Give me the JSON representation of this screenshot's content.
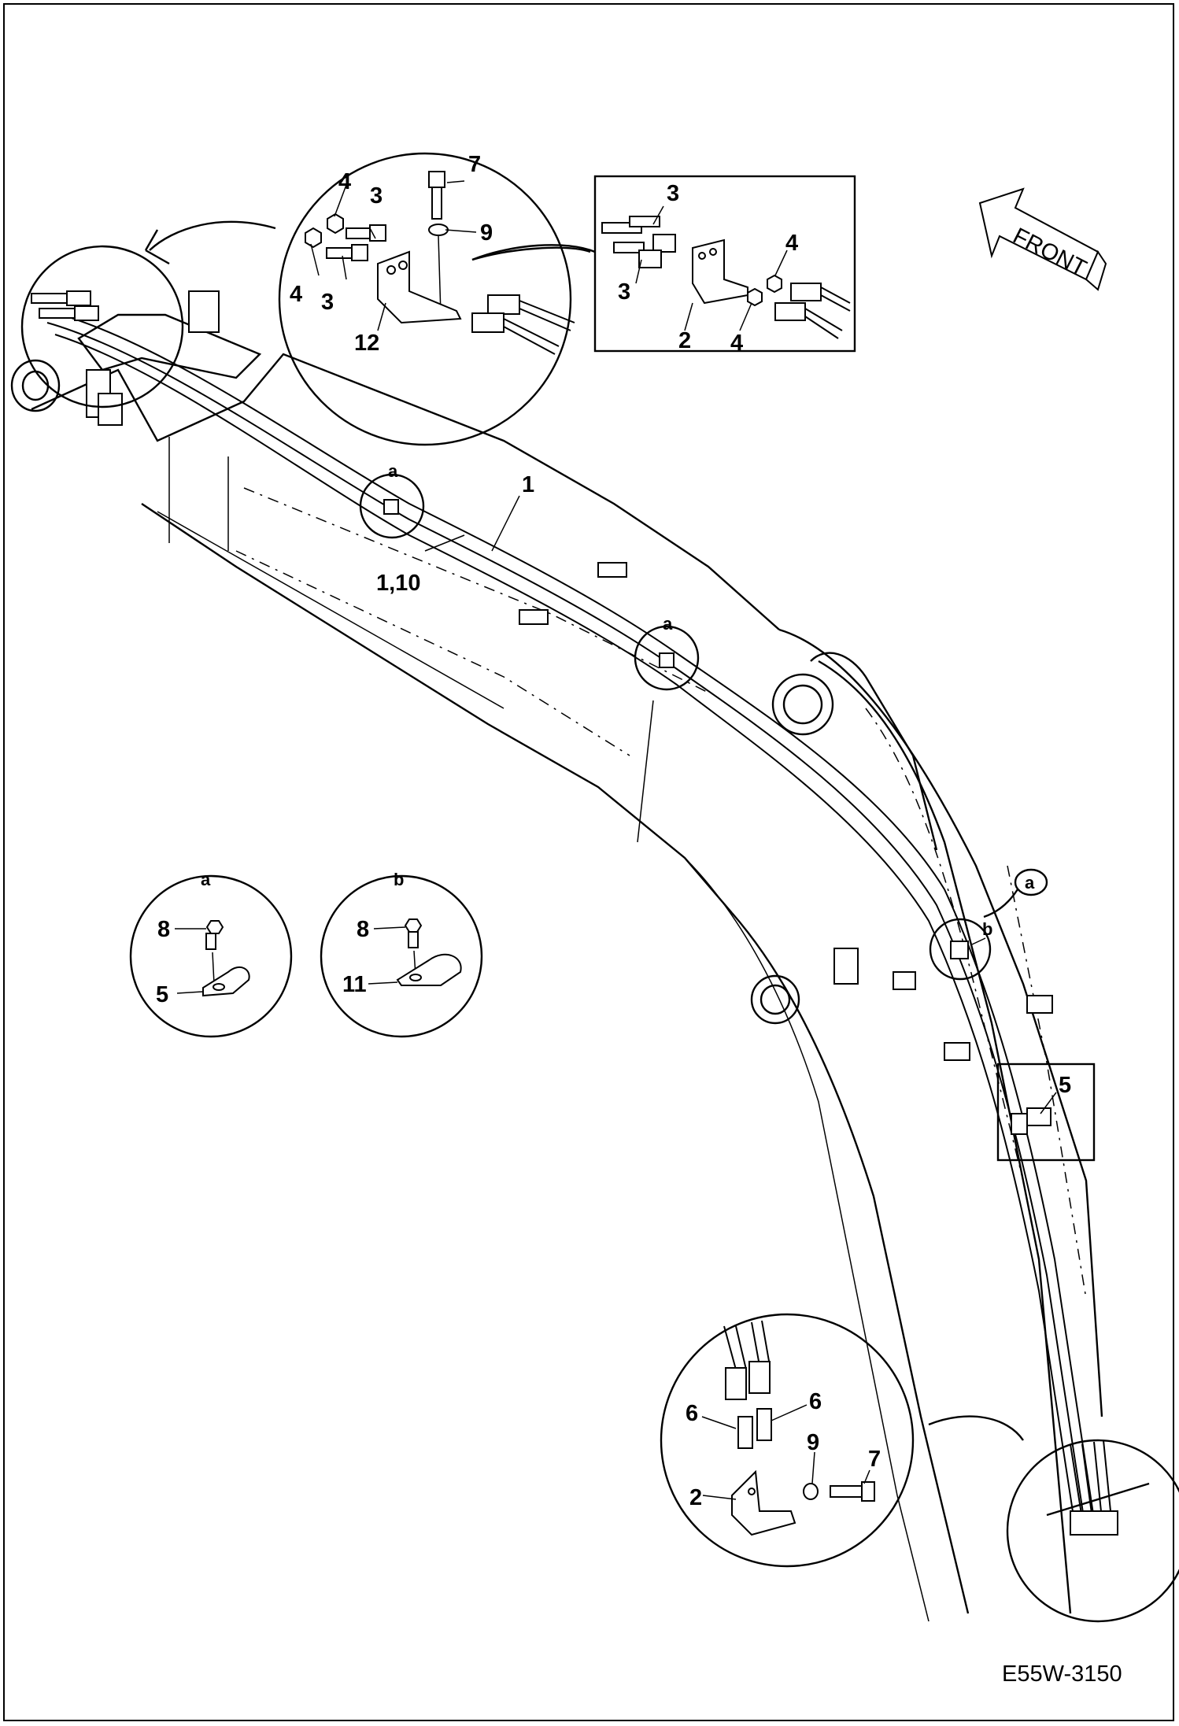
{
  "diagram": {
    "drawing_code": "E55W-3150",
    "direction_label": "FRONT",
    "callouts": {
      "c1": "1",
      "c1_10": "1,10",
      "c2a": "2",
      "c2b": "2",
      "c3a": "3",
      "c3b": "3",
      "c3c": "3",
      "c3d": "3",
      "c4a": "4",
      "c4b": "4",
      "c4c": "4",
      "c4d": "4",
      "c5a": "5",
      "c5b": "5",
      "c6a": "6",
      "c6b": "6",
      "c7a": "7",
      "c7b": "7",
      "c8a": "8",
      "c8b": "8",
      "c9a": "9",
      "c9b": "9",
      "c11": "11",
      "c12": "12"
    },
    "detail_refs": {
      "a1": "a",
      "a2": "a",
      "a3": "a",
      "a4": "a",
      "b1": "b",
      "b2": "b"
    }
  }
}
